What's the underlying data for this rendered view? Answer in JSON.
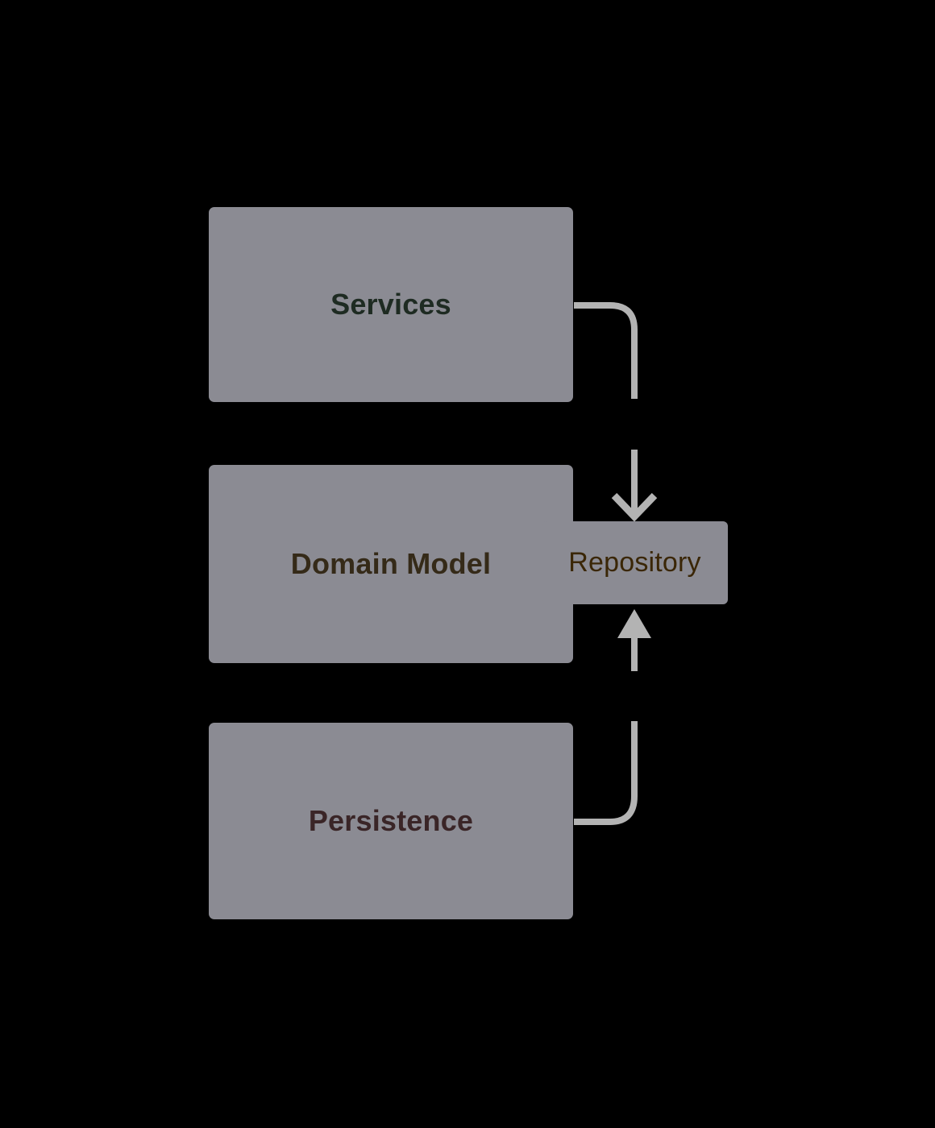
{
  "diagram": {
    "background_color": "#000000",
    "connector_color": "#b3b3b3",
    "shadow_color": "#8b8b93",
    "nodes": [
      {
        "id": "services",
        "label": "Services",
        "fill": "#abf0c6",
        "border": "#5cbd7d",
        "text_color": "#1e2b22"
      },
      {
        "id": "domain-model",
        "label": "Domain Model",
        "fill": "#f8d39d",
        "border": "#c9922d",
        "text_color": "#352a18"
      },
      {
        "id": "repository",
        "label": "Repository",
        "fill": "#fba830",
        "border": "#d5820a",
        "text_color": "#3a2606"
      },
      {
        "id": "persistence",
        "label": "Persistence",
        "fill": "#fccac1",
        "border": "#f4695a",
        "text_color": "#3a2527"
      }
    ],
    "edges": [
      {
        "from": "services",
        "to": "repository",
        "direction": "down",
        "arrowhead": "open-chevron",
        "color": "#b3b3b3"
      },
      {
        "from": "persistence",
        "to": "repository",
        "direction": "up",
        "arrowhead": "filled-triangle",
        "color": "#b3b3b3"
      }
    ]
  }
}
